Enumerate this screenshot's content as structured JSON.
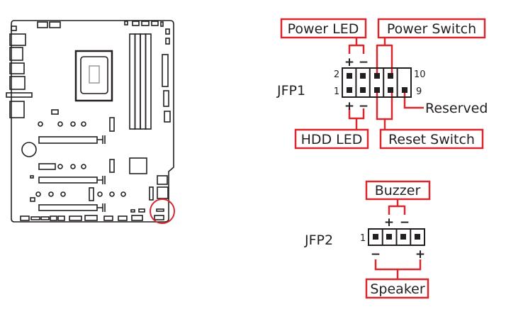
{
  "colors": {
    "accent": "#d7282f",
    "line": "#231f20"
  },
  "jfp1": {
    "name": "JFP1",
    "power_led": "Power LED",
    "power_switch": "Power Switch",
    "hdd_led": "HDD LED",
    "reset_switch": "Reset Switch",
    "reserved": "Reserved",
    "pin_top_left": "2",
    "pin_bottom_left": "1",
    "pin_top_right": "10",
    "pin_bottom_right": "9",
    "plus": "+",
    "minus": "−"
  },
  "jfp2": {
    "name": "JFP2",
    "buzzer": "Buzzer",
    "speaker": "Speaker",
    "pin_first": "1",
    "plus": "+",
    "minus": "−"
  },
  "motherboard": {
    "highlight": "front-panel-header-location"
  }
}
